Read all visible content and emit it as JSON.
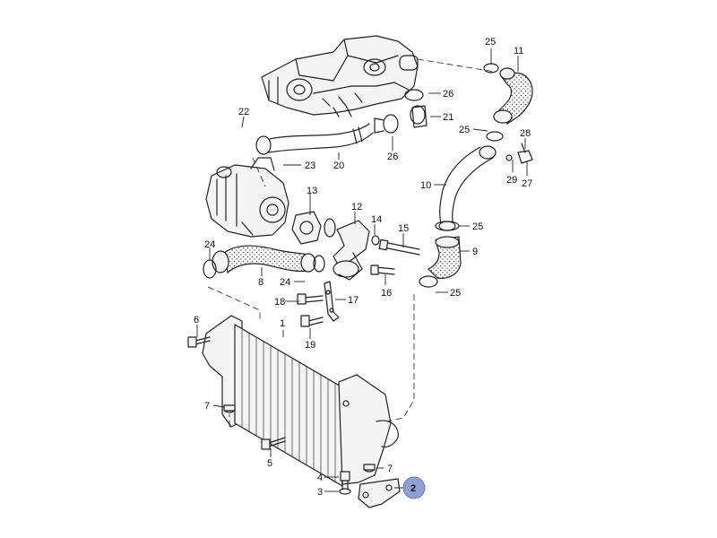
{
  "diagram": {
    "highlight_color": "#8ea0d2",
    "highlighted_label": "2",
    "callouts": {
      "c1": "1",
      "c2": "2",
      "c3": "3",
      "c4": "4",
      "c5": "5",
      "c6": "6",
      "c7a": "7",
      "c7b": "7",
      "c8": "8",
      "c9": "9",
      "c10": "10",
      "c11": "11",
      "c12": "12",
      "c13": "13",
      "c14": "14",
      "c15": "15",
      "c16": "16",
      "c17": "17",
      "c18": "18",
      "c19": "19",
      "c20": "20",
      "c21": "21",
      "c22": "22",
      "c23": "23",
      "c24a": "24",
      "c24b": "24",
      "c25a": "25",
      "c25b": "25",
      "c25c": "25",
      "c25d": "25",
      "c26a": "26",
      "c26b": "26",
      "c27": "27",
      "c28": "28",
      "c29": "29"
    }
  }
}
